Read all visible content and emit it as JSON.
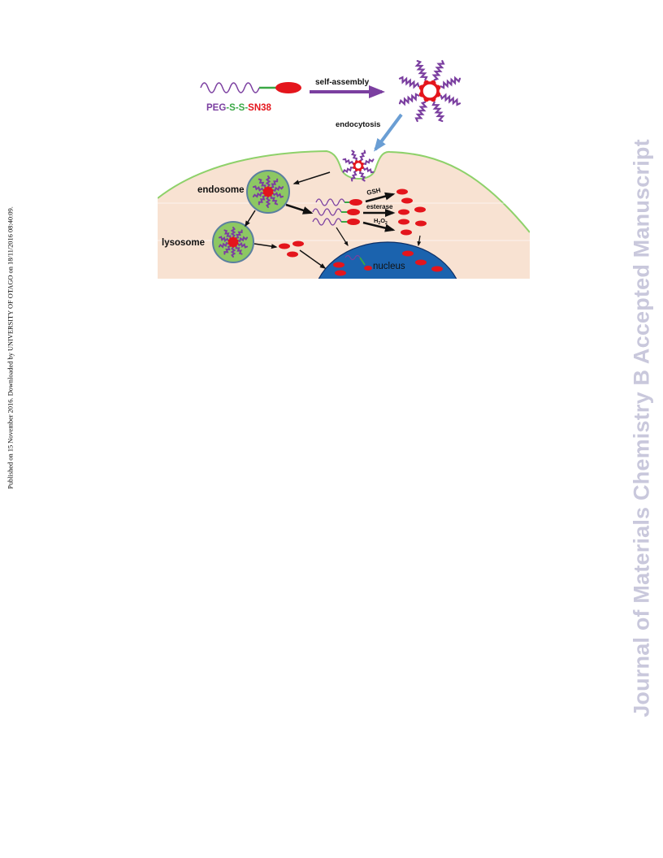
{
  "page": {
    "side_note": "Published on 15 November 2016. Downloaded by UNIVERSITY OF OTAGO on 18/11/2016 08:40:09.",
    "watermark": "Journal of Materials Chemistry B Accepted Manuscript"
  },
  "figure": {
    "conjugate_label": {
      "peg": "PEG",
      "dash1": "-",
      "s1": "S",
      "dash2": "-",
      "s2": "S",
      "dash3": "-",
      "drug": "SN38"
    },
    "self_assembly_label": "self-assembly",
    "endocytosis_label": "endocytosis",
    "endosome_label": "endosome",
    "lysosome_label": "lysosome",
    "nucleus_label": "nucleus",
    "trigger_gsh": "GSH",
    "trigger_esterase": "esterase",
    "trigger_h2o2": {
      "main": "H",
      "sub1": "2",
      "mid": "O",
      "sub2": "2"
    },
    "colors": {
      "peg": "#7b3fa0",
      "disulfide": "#3aa845",
      "sn38": "#e4151c",
      "cell_fill": "#f8e2d2",
      "membrane": "#8ed16a",
      "vesicle": "#8dc763",
      "vesicle_border": "#5b7fa0",
      "nucleus": "#1b63ae",
      "endocytosis_arrow": "#6a9ed4"
    }
  }
}
